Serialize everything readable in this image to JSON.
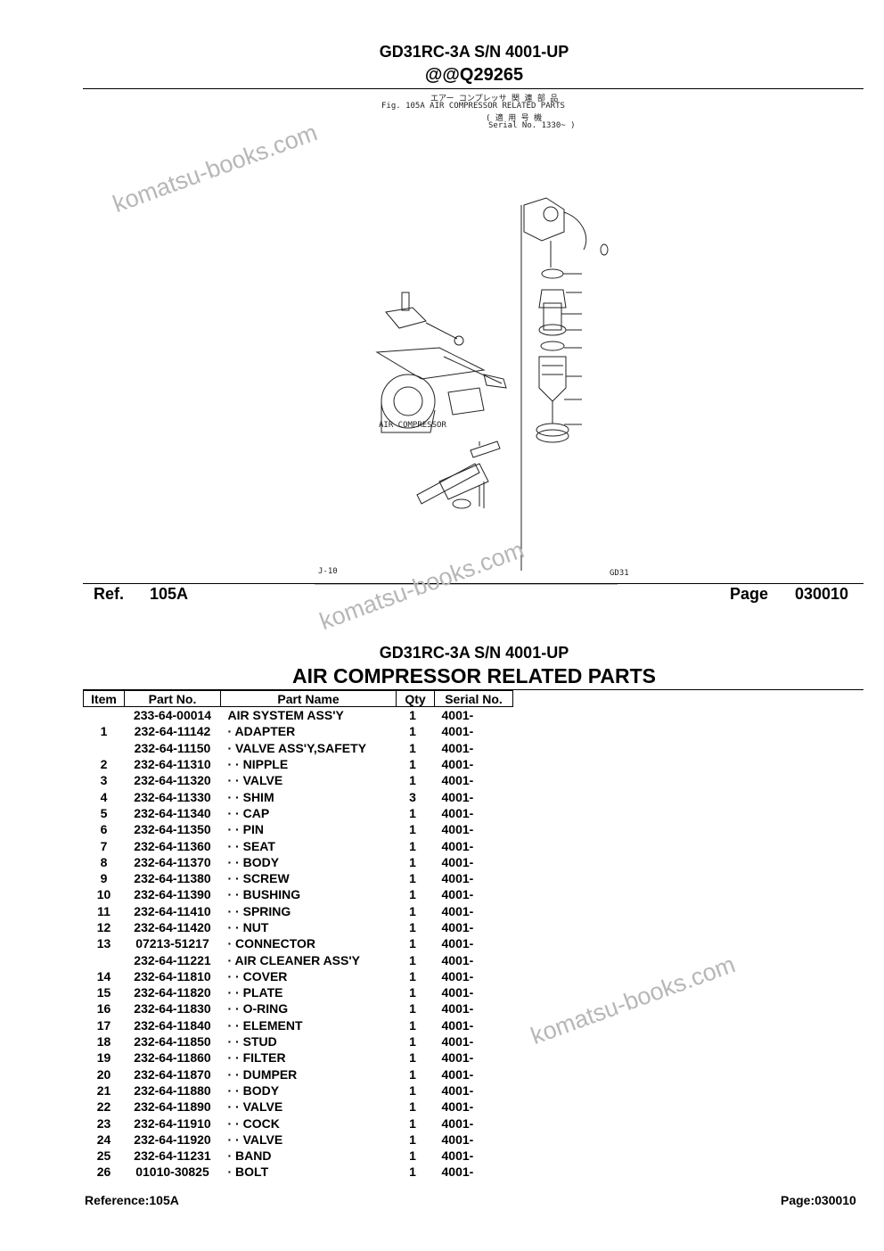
{
  "header": {
    "model": "GD31RC-3A S/N 4001-UP",
    "code": "@@Q29265"
  },
  "figure": {
    "caption_jp": "エアー コンプレッサ 関 連 部 品",
    "caption_en": "Fig. 105A  AIR COMPRESSOR RELATED PARTS",
    "serial_jp": "( 適 用 号 機",
    "serial_en": "Serial No. 1330~ )",
    "label_compressor": "AIR COMPRESSOR",
    "label_section": "J-10",
    "label_code": "GD31"
  },
  "ref_bar": {
    "ref_label": "Ref.",
    "ref_value": "105A",
    "page_label": "Page",
    "page_value": "030010"
  },
  "section": {
    "model": "GD31RC-3A S/N 4001-UP",
    "title": "AIR COMPRESSOR RELATED PARTS"
  },
  "table": {
    "headers": [
      "Item",
      "Part No.",
      "Part Name",
      "Qty",
      "Serial No."
    ],
    "rows": [
      [
        "",
        "233-64-00014",
        "AIR SYSTEM ASS'Y",
        "1",
        "4001-"
      ],
      [
        "1",
        "232-64-11142",
        "· ADAPTER",
        "1",
        "4001-"
      ],
      [
        "",
        "232-64-11150",
        "· VALVE ASS'Y,SAFETY",
        "1",
        "4001-"
      ],
      [
        "2",
        "232-64-11310",
        "· · NIPPLE",
        "1",
        "4001-"
      ],
      [
        "3",
        "232-64-11320",
        "· · VALVE",
        "1",
        "4001-"
      ],
      [
        "4",
        "232-64-11330",
        "· · SHIM",
        "3",
        "4001-"
      ],
      [
        "5",
        "232-64-11340",
        "· · CAP",
        "1",
        "4001-"
      ],
      [
        "6",
        "232-64-11350",
        "· · PIN",
        "1",
        "4001-"
      ],
      [
        "7",
        "232-64-11360",
        "· · SEAT",
        "1",
        "4001-"
      ],
      [
        "8",
        "232-64-11370",
        "· · BODY",
        "1",
        "4001-"
      ],
      [
        "9",
        "232-64-11380",
        "· · SCREW",
        "1",
        "4001-"
      ],
      [
        "10",
        "232-64-11390",
        "· · BUSHING",
        "1",
        "4001-"
      ],
      [
        "11",
        "232-64-11410",
        "· · SPRING",
        "1",
        "4001-"
      ],
      [
        "12",
        "232-64-11420",
        "· · NUT",
        "1",
        "4001-"
      ],
      [
        "13",
        "07213-51217",
        "· CONNECTOR",
        "1",
        "4001-"
      ],
      [
        "",
        "232-64-11221",
        "· AIR CLEANER ASS'Y",
        "1",
        "4001-"
      ],
      [
        "14",
        "232-64-11810",
        "· · COVER",
        "1",
        "4001-"
      ],
      [
        "15",
        "232-64-11820",
        "· · PLATE",
        "1",
        "4001-"
      ],
      [
        "16",
        "232-64-11830",
        "· · O-RING",
        "1",
        "4001-"
      ],
      [
        "17",
        "232-64-11840",
        "· · ELEMENT",
        "1",
        "4001-"
      ],
      [
        "18",
        "232-64-11850",
        "· · STUD",
        "1",
        "4001-"
      ],
      [
        "19",
        "232-64-11860",
        "· · FILTER",
        "1",
        "4001-"
      ],
      [
        "20",
        "232-64-11870",
        "· · DUMPER",
        "1",
        "4001-"
      ],
      [
        "21",
        "232-64-11880",
        "· · BODY",
        "1",
        "4001-"
      ],
      [
        "22",
        "232-64-11890",
        "· · VALVE",
        "1",
        "4001-"
      ],
      [
        "23",
        "232-64-11910",
        "· · COCK",
        "1",
        "4001-"
      ],
      [
        "24",
        "232-64-11920",
        "· · VALVE",
        "1",
        "4001-"
      ],
      [
        "25",
        "232-64-11231",
        "· BAND",
        "1",
        "4001-"
      ],
      [
        "26",
        "01010-30825",
        "· BOLT",
        "1",
        "4001-"
      ]
    ]
  },
  "footer": {
    "reference": "Reference:105A",
    "page": "Page:030010"
  },
  "watermark": "komatsu-books.com"
}
